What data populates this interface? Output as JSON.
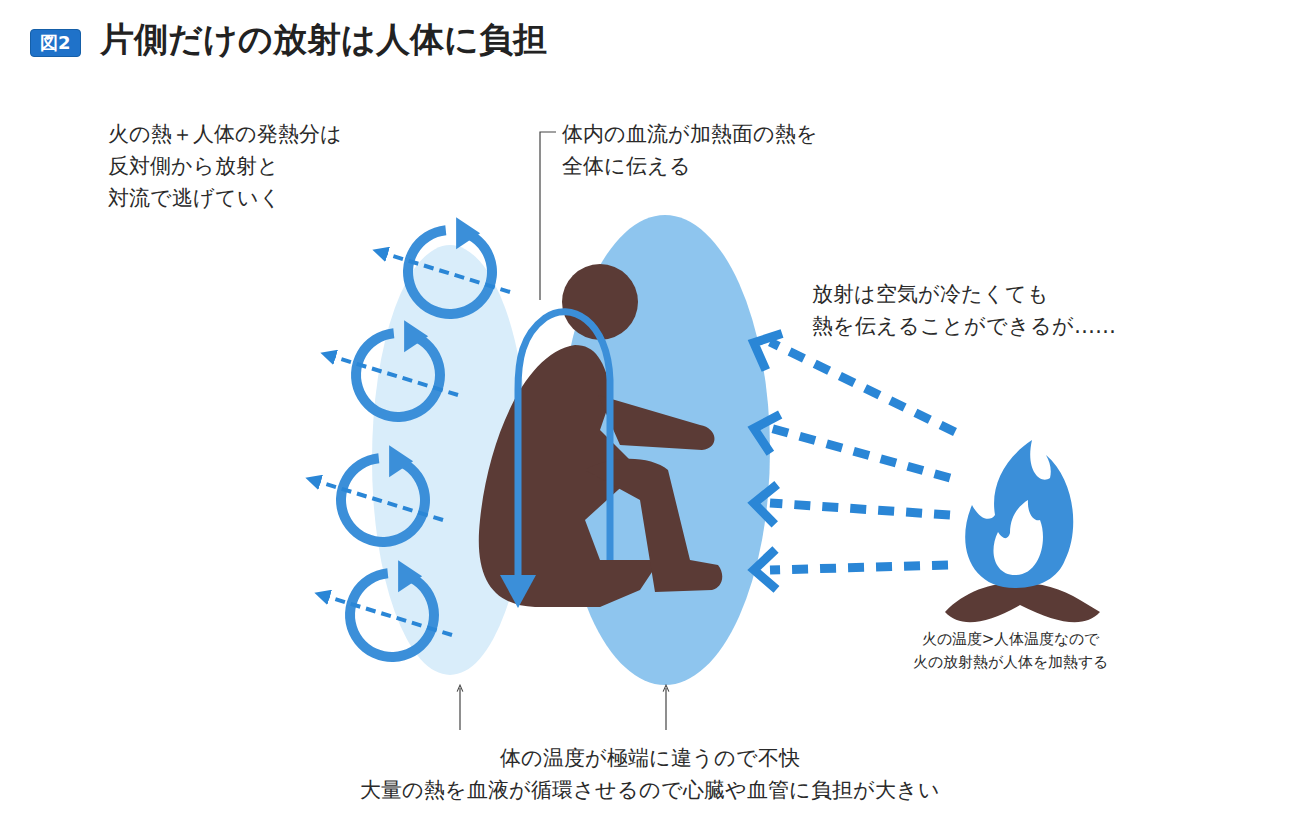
{
  "diagram": {
    "title": "片側だけの放射は人体に負担",
    "labels": [
      "図2",
      "火の熱＋人体の発熱分は 反対側から放射と 対流で逃げていく",
      "体内の血流が加熱面の熱を 全体に伝える",
      "放射は空気が冷たくても 熱を伝えることができるが……",
      "火の温度>人体温度なので 火の放射熱が人体を加熱する",
      "体の温度が極端に違うので不快 大量の熱を血液が循環させるので心臓や血管に負担が大きい"
    ]
  }
}
